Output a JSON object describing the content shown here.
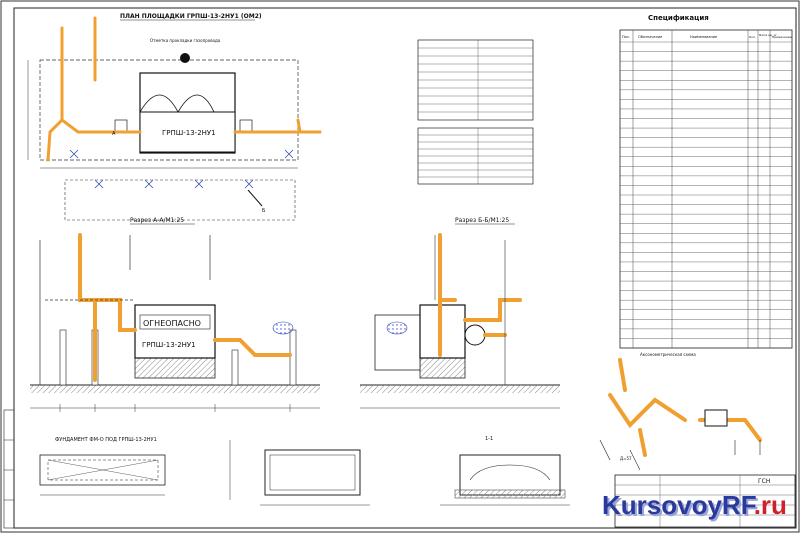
{
  "colors": {
    "pipe": "#f0a030",
    "line": "#222222",
    "hatch": "#999999",
    "accent": "#2a6ad8",
    "watermark": "#2a3a9a",
    "watermark_red": "#d0202a"
  },
  "labels": {
    "plan_title": "ПЛАН ПЛОЩАДКИ ГРПШ-13-2НУ1 (ОМ2)",
    "section_a": "Разрез А-А/М1:25",
    "section_b": "Разрез Б-Б/М1:25",
    "foundation": "ФУНДАМЕНТ ФМ-О ПОД ГРПШ-13-2НУ1",
    "spec_title": "Спецификация",
    "fire_sign": "ОГНЕОПАСНО",
    "unit_plan": "ГРПШ-13-2НУ1",
    "unit_section": "ГРПШ-13-2НУ1",
    "note_ground": "Отметка прокладки газопровода",
    "axon_title": "Аксонометрическая схема",
    "section_cut": "1-1",
    "stamp_code": "ГСН"
  },
  "spec": {
    "head": [
      "Поз.",
      "Обозначение",
      "Наименование",
      "Кол.",
      "Масса ед., кг",
      "Примечание"
    ],
    "rows": 32
  },
  "watermark": {
    "main": "KursovoyRF",
    "suffix": ".ru"
  }
}
